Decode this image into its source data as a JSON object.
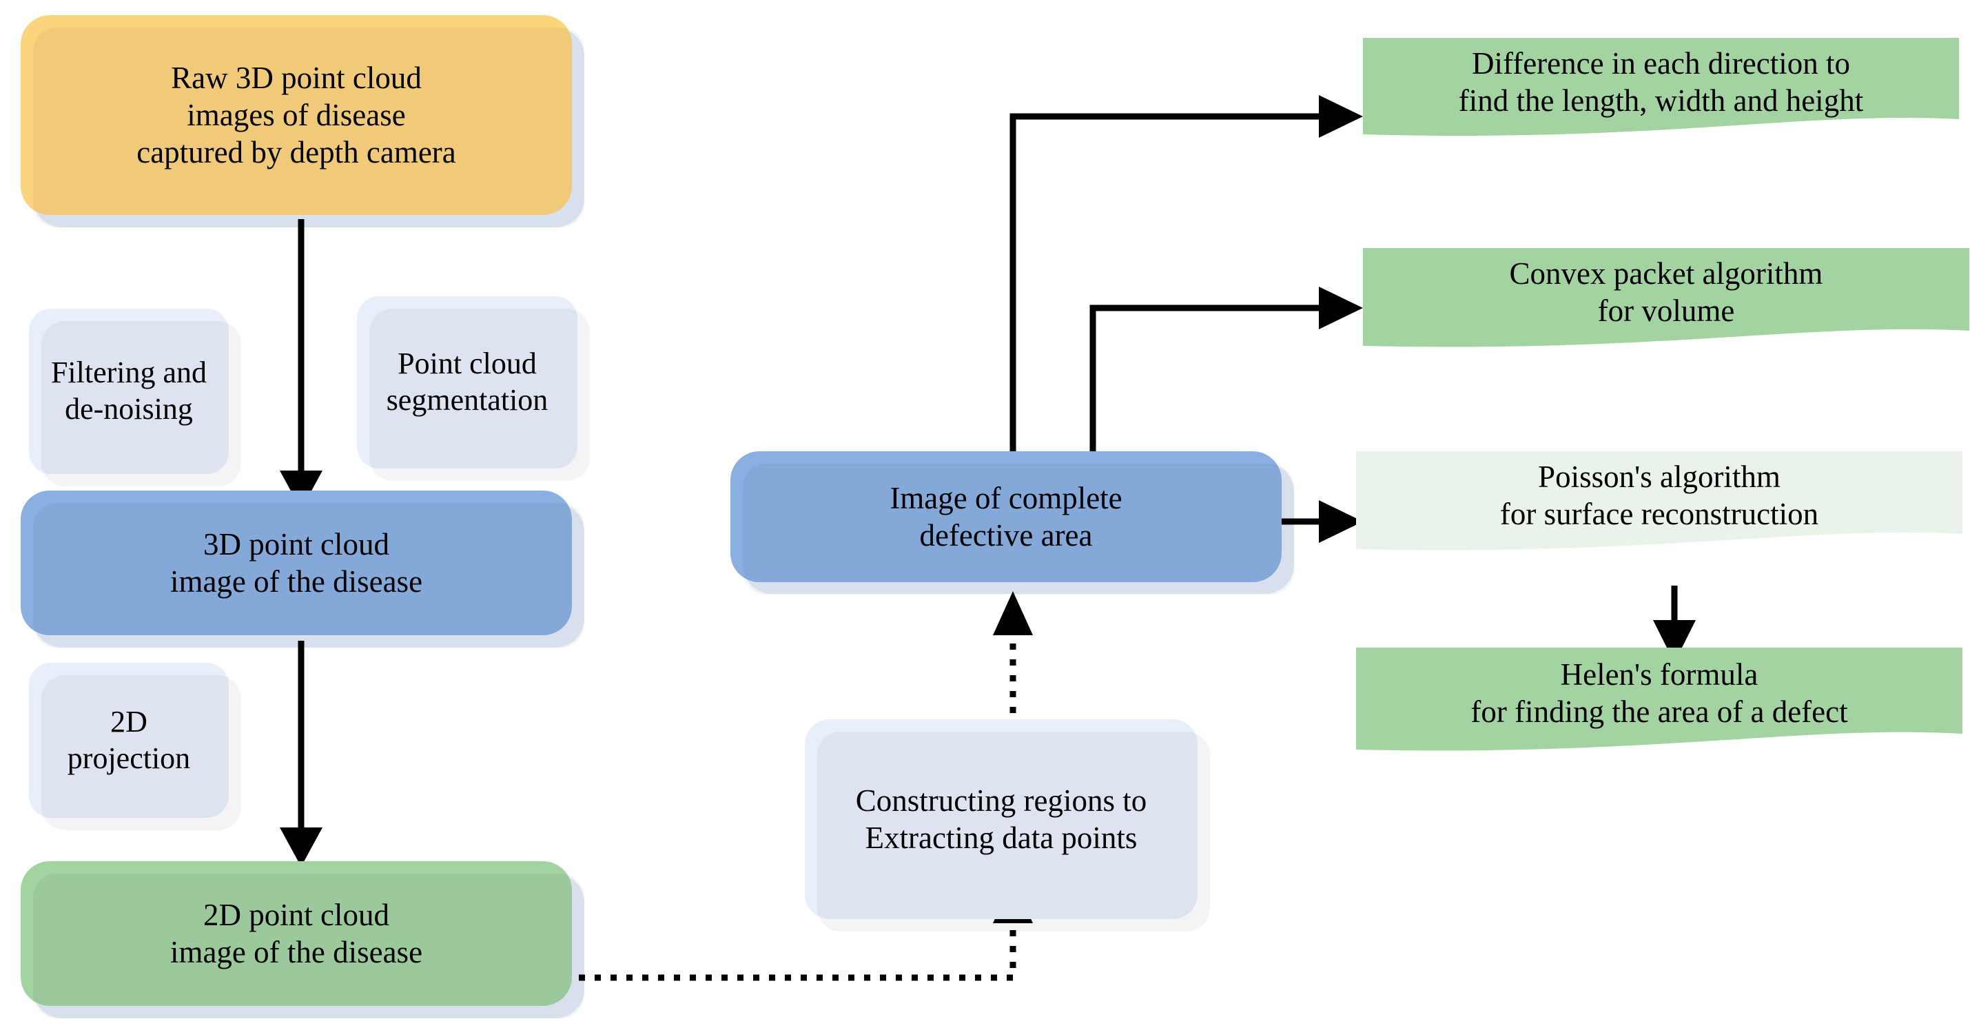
{
  "diagram": {
    "title": "3D point cloud disease measurement pipeline",
    "colors": {
      "yellow": "#FBD47E",
      "blue": "#8AB0E2",
      "green": "#A4D3A2",
      "pale_green": "#E9F3E9",
      "pale_blue": "#E8EFFA",
      "shadow": "#E3EBF8",
      "line": "#000000"
    }
  },
  "nodes": {
    "raw_point_cloud": "Raw 3D point cloud\nimages of disease\ncaptured by depth camera",
    "filtering_denoising": "Filtering and\nde-noising",
    "point_cloud_segmentation": "Point cloud\nsegmentation",
    "point_cloud_3d": "3D point cloud\nimage of the disease",
    "projection_2d": "2D\nprojection",
    "point_cloud_2d": "2D point cloud\nimage of the disease",
    "constructing_regions": "Constructing regions to\nExtracting data points",
    "complete_defective_area": "Image of complete\ndefective area",
    "difference_each_direction": "Difference in each direction to\nfind the length, width and height",
    "convex_packet": "Convex packet algorithm\nfor volume",
    "poisson_algorithm": "Poisson's algorithm\nfor surface reconstruction",
    "helen_formula": "Helen's formula\nfor finding the area of a defect"
  },
  "edges": [
    {
      "from": "raw_point_cloud",
      "to": "point_cloud_3d",
      "style": "solid",
      "label": "Filtering and de-noising / Point cloud segmentation"
    },
    {
      "from": "point_cloud_3d",
      "to": "point_cloud_2d",
      "style": "solid",
      "label": "2D projection"
    },
    {
      "from": "point_cloud_2d",
      "to": "constructing_regions",
      "style": "dotted",
      "label": ""
    },
    {
      "from": "constructing_regions",
      "to": "complete_defective_area",
      "style": "dotted",
      "label": ""
    },
    {
      "from": "complete_defective_area",
      "to": "difference_each_direction",
      "style": "solid",
      "label": ""
    },
    {
      "from": "complete_defective_area",
      "to": "convex_packet",
      "style": "solid",
      "label": ""
    },
    {
      "from": "complete_defective_area",
      "to": "poisson_algorithm",
      "style": "solid",
      "label": ""
    },
    {
      "from": "poisson_algorithm",
      "to": "helen_formula",
      "style": "solid",
      "label": ""
    }
  ]
}
